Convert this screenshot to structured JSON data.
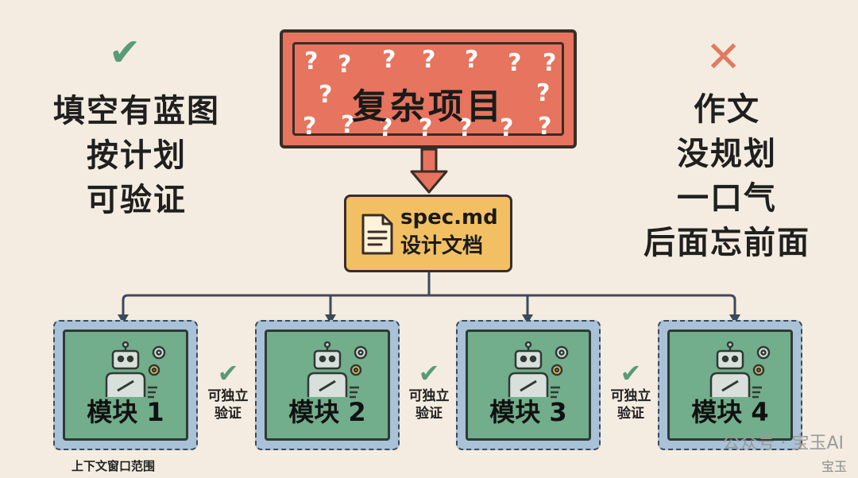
{
  "left_panel": {
    "lines": [
      "填空有蓝图",
      "按计划",
      "可验证"
    ]
  },
  "right_panel": {
    "lines": [
      "作文",
      "没规划",
      "一口气",
      "后面忘前面"
    ]
  },
  "project": {
    "title": "复杂项目",
    "qmark": "?"
  },
  "spec": {
    "filename": "spec.md",
    "subtitle": "设计文档"
  },
  "modules": [
    {
      "label": "模块 1"
    },
    {
      "label": "模块 2"
    },
    {
      "label": "模块 3"
    },
    {
      "label": "模块 4"
    }
  ],
  "verify": {
    "line1": "可独立",
    "line2": "验证"
  },
  "footnote": "上下文窗口范围",
  "watermark": {
    "main": "公众号 · 宝玉AI",
    "small": "宝玉"
  },
  "colors": {
    "background": "#f4ece0",
    "project_red": "#e6745e",
    "spec_yellow": "#f2c063",
    "module_green": "#72ad8c",
    "module_border_blue": "#a9c2d7",
    "check_green": "#5a9a78",
    "cross_red": "#e07a62"
  }
}
